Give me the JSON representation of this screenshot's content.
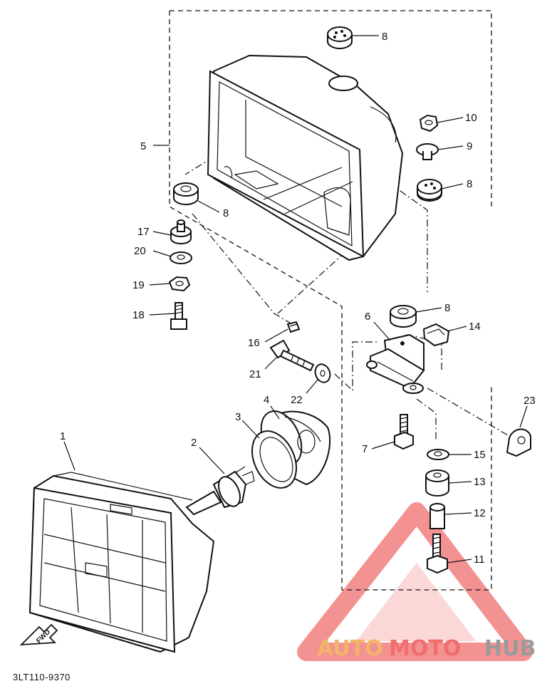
{
  "diagram": {
    "part_code": "3LT110-9370",
    "fwd_label": "FWD",
    "callouts": [
      {
        "key": "p8a",
        "label": "8"
      },
      {
        "key": "p10",
        "label": "10"
      },
      {
        "key": "p9",
        "label": "9"
      },
      {
        "key": "p8b",
        "label": "8"
      },
      {
        "key": "p5",
        "label": "5"
      },
      {
        "key": "p8c",
        "label": "8"
      },
      {
        "key": "p17",
        "label": "17"
      },
      {
        "key": "p20",
        "label": "20"
      },
      {
        "key": "p19",
        "label": "19"
      },
      {
        "key": "p18",
        "label": "18"
      },
      {
        "key": "p8d",
        "label": "8"
      },
      {
        "key": "p6",
        "label": "6"
      },
      {
        "key": "p14",
        "label": "14"
      },
      {
        "key": "p16",
        "label": "16"
      },
      {
        "key": "p21",
        "label": "21"
      },
      {
        "key": "p22",
        "label": "22"
      },
      {
        "key": "p4",
        "label": "4"
      },
      {
        "key": "p3",
        "label": "3"
      },
      {
        "key": "p23",
        "label": "23"
      },
      {
        "key": "p2",
        "label": "2"
      },
      {
        "key": "p1",
        "label": "1"
      },
      {
        "key": "p7",
        "label": "7"
      },
      {
        "key": "p15",
        "label": "15"
      },
      {
        "key": "p13",
        "label": "13"
      },
      {
        "key": "p12",
        "label": "12"
      },
      {
        "key": "p11",
        "label": "11"
      }
    ]
  },
  "watermark": {
    "part1": "AUTO",
    "part2": "MOTO",
    "part3": "HUB",
    "colors": {
      "auto": "#f2b36a",
      "moto": "#f06e6e",
      "hub": "#9a9a9a",
      "triangle": "#f06e6e"
    }
  }
}
